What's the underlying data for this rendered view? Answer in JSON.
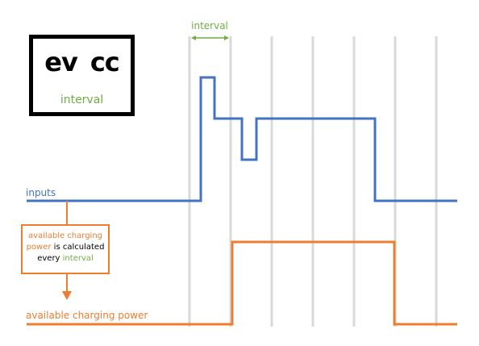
{
  "logo": {
    "left": "ev",
    "right": "cc",
    "subtitle": "interval",
    "bolt_color": "#3fd13f"
  },
  "interval_label": "interval",
  "inputs_label": "inputs",
  "output_label": "available charging power",
  "callout": {
    "line1": "available charging",
    "line2_orange": "power",
    "line2_rest": " is calculated",
    "line3_pre": "every ",
    "line3_green": "interval"
  },
  "colors": {
    "blue": "#4472c4",
    "orange": "#ed7d31",
    "green": "#70ad47",
    "grid": "#d9d9d9"
  }
}
